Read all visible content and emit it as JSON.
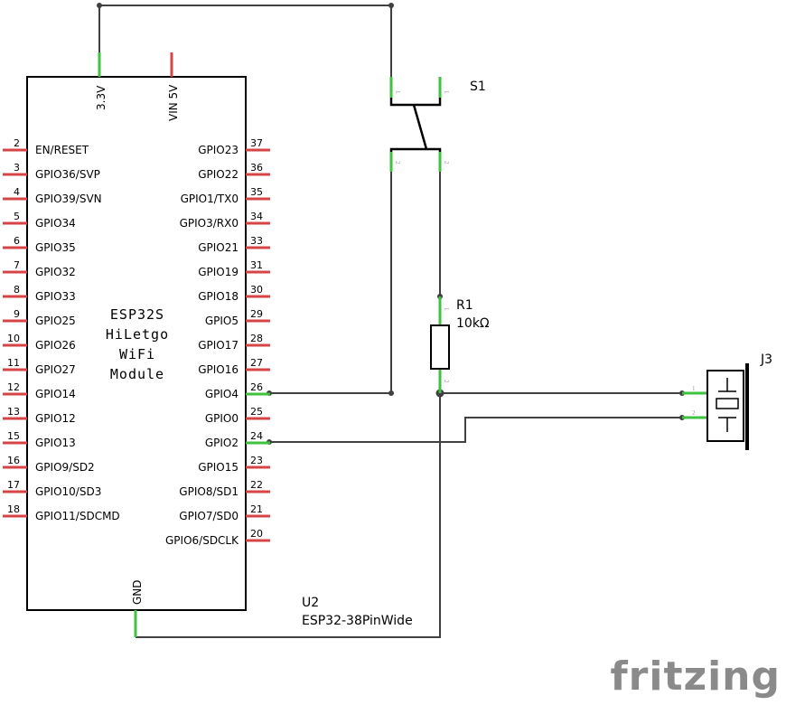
{
  "module": {
    "name_lines": [
      "ESP32S",
      "HiLetgo",
      "WiFi",
      "Module"
    ],
    "ref": "U2",
    "part": "ESP32-38PinWide",
    "top_pins": [
      {
        "label": "3.3V",
        "connected": true
      },
      {
        "label": "VIN 5V",
        "connected": false
      }
    ],
    "bottom_pin": {
      "label": "GND",
      "connected": true
    },
    "left_pins": [
      {
        "num": "2",
        "label": "EN/RESET"
      },
      {
        "num": "3",
        "label": "GPIO36/SVP"
      },
      {
        "num": "4",
        "label": "GPIO39/SVN"
      },
      {
        "num": "5",
        "label": "GPIO34"
      },
      {
        "num": "6",
        "label": "GPIO35"
      },
      {
        "num": "7",
        "label": "GPIO32"
      },
      {
        "num": "8",
        "label": "GPIO33"
      },
      {
        "num": "9",
        "label": "GPIO25"
      },
      {
        "num": "10",
        "label": "GPIO26"
      },
      {
        "num": "11",
        "label": "GPIO27"
      },
      {
        "num": "12",
        "label": "GPIO14"
      },
      {
        "num": "13",
        "label": "GPIO12"
      },
      {
        "num": "15",
        "label": "GPIO13"
      },
      {
        "num": "16",
        "label": "GPIO9/SD2"
      },
      {
        "num": "17",
        "label": "GPIO10/SD3"
      },
      {
        "num": "18",
        "label": "GPIO11/SDCMD"
      }
    ],
    "right_pins": [
      {
        "num": "37",
        "label": "GPIO23",
        "connected": false
      },
      {
        "num": "36",
        "label": "GPIO22",
        "connected": false
      },
      {
        "num": "35",
        "label": "GPIO1/TX0",
        "connected": false
      },
      {
        "num": "34",
        "label": "GPIO3/RX0",
        "connected": false
      },
      {
        "num": "33",
        "label": "GPIO21",
        "connected": false
      },
      {
        "num": "31",
        "label": "GPIO19",
        "connected": false
      },
      {
        "num": "30",
        "label": "GPIO18",
        "connected": false
      },
      {
        "num": "29",
        "label": "GPIO5",
        "connected": false
      },
      {
        "num": "28",
        "label": "GPIO17",
        "connected": false
      },
      {
        "num": "27",
        "label": "GPIO16",
        "connected": false
      },
      {
        "num": "26",
        "label": "GPIO4",
        "connected": true
      },
      {
        "num": "25",
        "label": "GPIO0",
        "connected": false
      },
      {
        "num": "24",
        "label": "GPIO2",
        "connected": true
      },
      {
        "num": "23",
        "label": "GPIO15",
        "connected": false
      },
      {
        "num": "22",
        "label": "GPIO8/SD1",
        "connected": false
      },
      {
        "num": "21",
        "label": "GPIO7/SD0",
        "connected": false
      },
      {
        "num": "20",
        "label": "GPIO6/SDCLK",
        "connected": false
      }
    ]
  },
  "switch": {
    "ref": "S1",
    "pin_labels": [
      "1",
      "1",
      "2",
      "2"
    ]
  },
  "resistor": {
    "ref": "R1",
    "value": "10kΩ",
    "pin_labels": [
      "1",
      "2"
    ]
  },
  "buzzer": {
    "ref": "J3",
    "pin_labels": [
      "1",
      "2"
    ]
  },
  "brand": {
    "name": "fritzing",
    "color": "#8a8a8a"
  },
  "colors": {
    "wire": "#404040",
    "pin_connected": "#3fc23f",
    "pin_unconnected": "#d64545"
  }
}
